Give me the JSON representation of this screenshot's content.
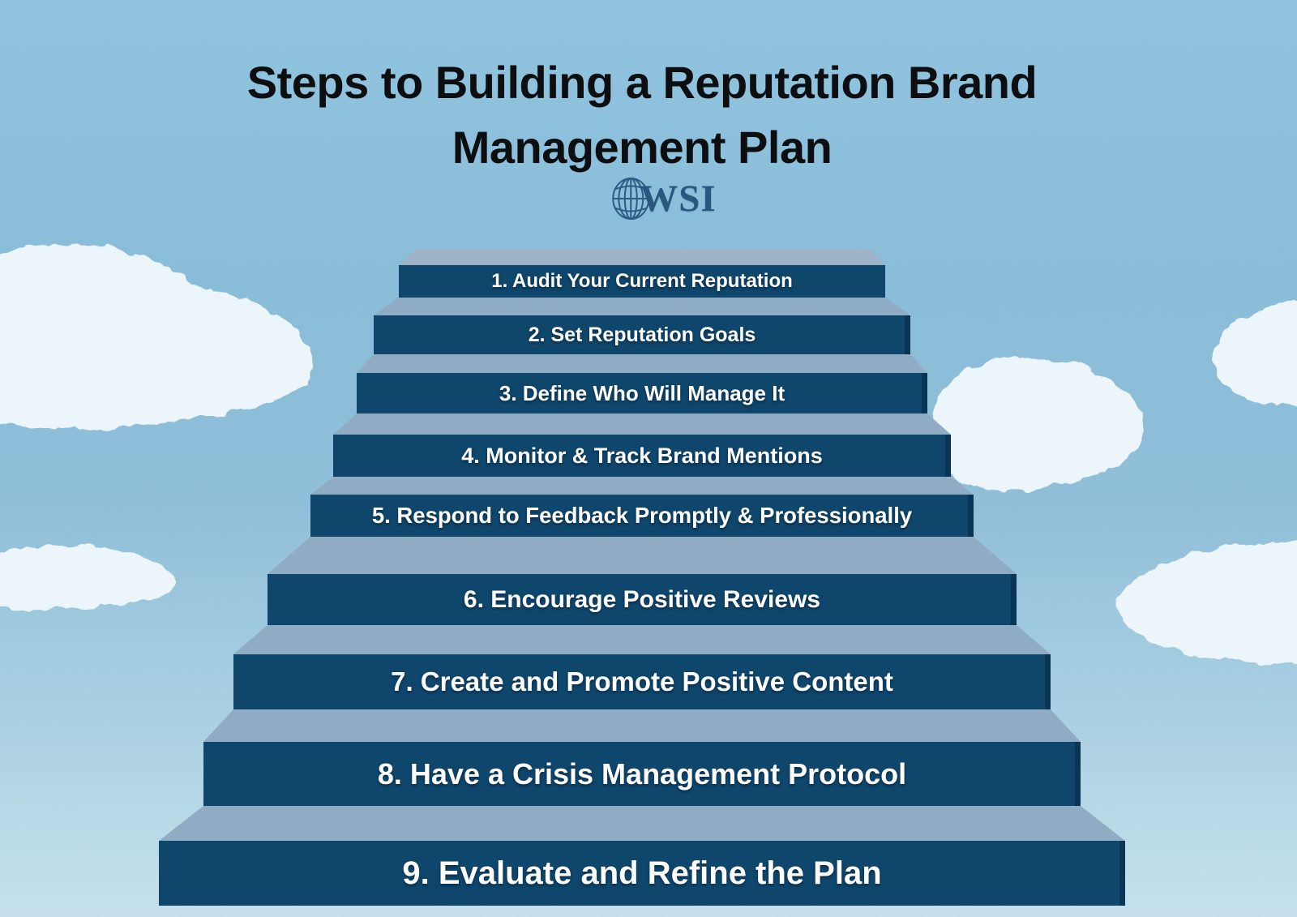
{
  "title": {
    "line1": "Steps to Building a Reputation Brand",
    "line2": "Management Plan"
  },
  "logo": {
    "text": "WSI",
    "icon": "globe-icon"
  },
  "steps": [
    {
      "label": "1. Audit Your Current Reputation"
    },
    {
      "label": "2. Set Reputation Goals"
    },
    {
      "label": "3. Define Who Will Manage It"
    },
    {
      "label": "4. Monitor & Track Brand Mentions"
    },
    {
      "label": "5. Respond to Feedback Promptly & Professionally"
    },
    {
      "label": "6. Encourage Positive Reviews"
    },
    {
      "label": "7. Create and Promote Positive Content"
    },
    {
      "label": "8. Have a Crisis Management Protocol"
    },
    {
      "label": "9. Evaluate and Refine the Plan"
    }
  ],
  "colors": {
    "sky_top": "#90C4E0",
    "sky_bottom": "#C6E2EE",
    "cloud": "#ECF6FA",
    "step_riser": "#0F466C",
    "step_tread": "#8FACC4",
    "step_text": "#FFFFFF",
    "title_text": "#0D0E10",
    "logo_text_color": "#2A5680"
  }
}
